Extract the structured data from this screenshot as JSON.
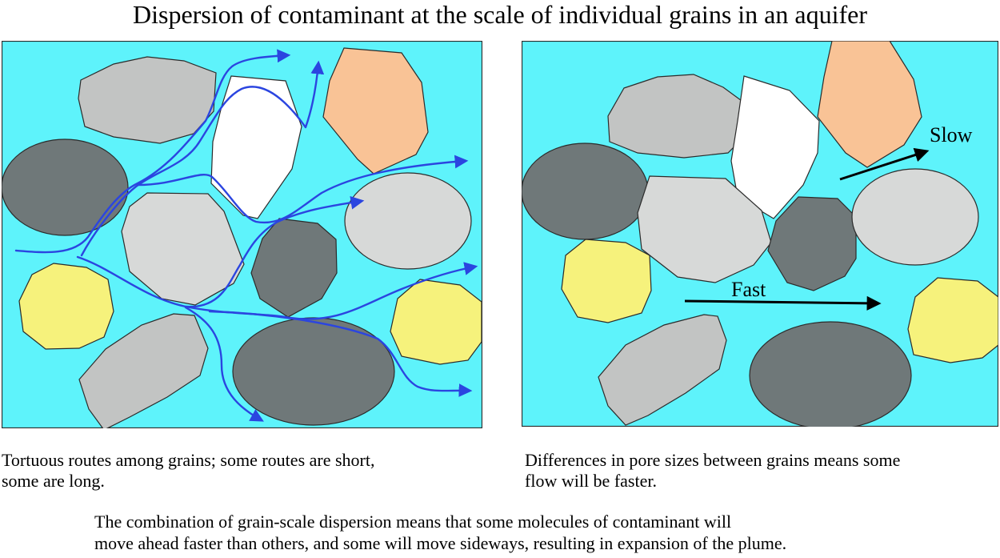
{
  "title": "Dispersion of contaminant at the scale of individual grains in an aquifer",
  "left_panel": {
    "caption_line1": "Tortuous routes among grains; some routes are short,",
    "caption_line2": "some are long."
  },
  "right_panel": {
    "slow_label": "Slow",
    "fast_label": "Fast",
    "caption_line1": "Differences in pore sizes between grains means some",
    "caption_line2": "flow will be faster."
  },
  "summary_line1": "The combination of grain-scale dispersion means that some molecules of contaminant will",
  "summary_line2": "move ahead faster than others, and some will move sideways, resulting in expansion of the plume.",
  "colors": {
    "water": "#5ef3fb",
    "dark_grain": "#6f7879",
    "light_grain": "#d7d9d8",
    "mid_grain": "#c2c4c3",
    "white_grain": "#ffffff",
    "orange_grain": "#f9c396",
    "yellow_grain": "#f6f27c",
    "flow_route": "#2b45e0",
    "arrow": "#000000"
  }
}
